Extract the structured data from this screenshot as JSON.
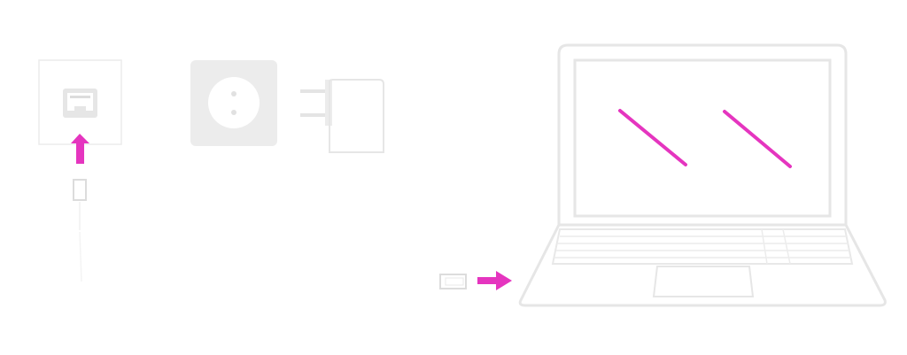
{
  "diagram": {
    "steps": [
      {
        "id": "wall-ethernet-port",
        "icon": "ethernet-wall-jack-icon"
      },
      {
        "id": "power-socket",
        "icon": "power-socket-icon"
      },
      {
        "id": "power-adapter",
        "icon": "power-adapter-icon"
      },
      {
        "id": "laptop",
        "icon": "laptop-icon"
      }
    ],
    "colors": {
      "background": "#ffffff",
      "line_light": "#e3e3e3",
      "fill_light": "#ececec",
      "accent": "#e535bf"
    }
  }
}
